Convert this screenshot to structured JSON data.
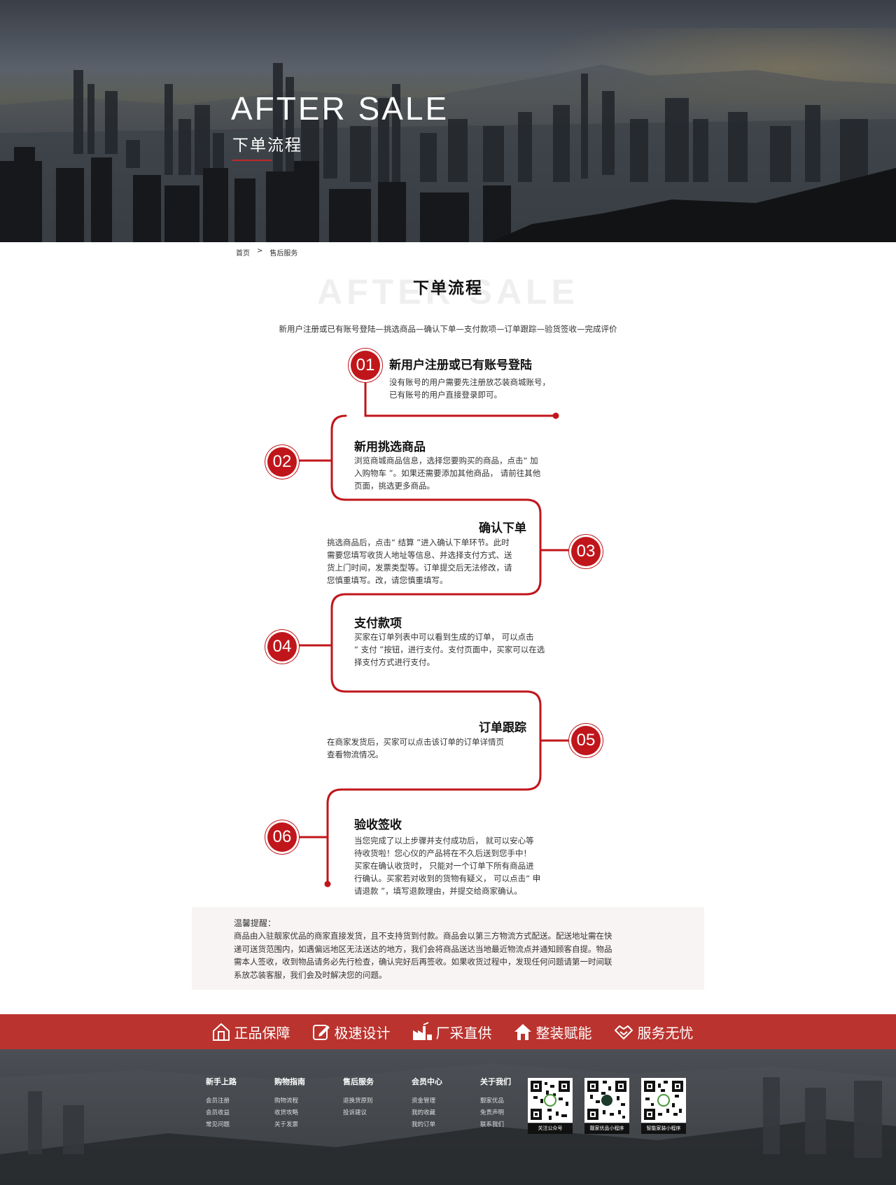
{
  "hero": {
    "title": "AFTER SALE",
    "subtitle": "下单流程"
  },
  "breadcrumb": {
    "home": "首页",
    "sep": ">",
    "current": "售后服务"
  },
  "section": {
    "bg_word": "AFTER SALE",
    "title": "下单流程",
    "flow": "新用户注册或已有账号登陆—挑选商品—确认下单—支付款项—订单跟踪—验货签收—完成评价"
  },
  "steps": [
    {
      "num": "01",
      "title": "新用户注册或已有账号登陆",
      "lines": [
        "没有账号的用户需要先注册放芯装商城账号，",
        "已有账号的用户直接登录即可。"
      ]
    },
    {
      "num": "02",
      "title": "新用挑选商品",
      "lines": [
        "浏览商城商品信息，选择您要购买的商品，点击“ 加",
        "入购物车 ”。如果还需要添加其他商品， 请前往其他",
        "页面，挑选更多商品。"
      ]
    },
    {
      "num": "03",
      "title": "确认下单",
      "lines": [
        "挑选商品后，点击“ 结算 ”进入确认下单环节。此时",
        "需要您填写收货人地址等信息、并选择支付方式、送",
        "货上门时间，发票类型等。订单提交后无法修改，请",
        "您慎重填写。改，请您慎重填写。"
      ]
    },
    {
      "num": "04",
      "title": "支付款项",
      "lines": [
        "买家在订单列表中可以看到生成的订单， 可以点击",
        "“ 支付 ”按钮，进行支付。支付页面中，买家可以在选",
        "择支付方式进行支付。"
      ]
    },
    {
      "num": "05",
      "title": "订单跟踪",
      "lines": [
        "在商家发货后，买家可以点击该订单的订单详情页",
        "查看物流情况。"
      ]
    },
    {
      "num": "06",
      "title": "验收签收",
      "lines": [
        "当您完成了以上步骤并支付成功后， 就可以安心等",
        "待收货啦！您心仪的产品将在不久后送到您手中！",
        "买家在确认收货时， 只能对一个订单下所有商品进",
        "行确认。买家若对收到的货物有疑义， 可以点击“ 申",
        "请退款 ”，填写退款理由，并提交给商家确认。"
      ]
    }
  ],
  "notice": {
    "title": "温馨提醒：",
    "lines": [
      "商品由入驻靓家优品的商家直接发货，且不支持货到付款。商品会以第三方物流方式配送。配送地址需在快",
      "递可送货范围内，如遇偏远地区无法送达的地方，我们会将商品送达当地最近物流点并通知顾客自提。物品",
      "需本人签收，收到物品请务必先行检查，确认完好后再签收。如果收货过程中，发现任何问题请第一时间联",
      "系放芯装客服，我们会及时解决您的问题。"
    ]
  },
  "features": [
    {
      "icon": "house-shield-icon",
      "label": "正品保障"
    },
    {
      "icon": "pencil-icon",
      "label": "极速设计"
    },
    {
      "icon": "factory-icon",
      "label": "厂采直供"
    },
    {
      "icon": "home-icon",
      "label": "整装赋能"
    },
    {
      "icon": "handshake-icon",
      "label": "服务无忧"
    }
  ],
  "footer": {
    "columns": [
      {
        "title": "新手上路",
        "links": [
          "会员注册",
          "会员收益",
          "常见问题"
        ]
      },
      {
        "title": "购物指南",
        "links": [
          "购物流程",
          "收货攻略",
          "关于发票"
        ]
      },
      {
        "title": "售后服务",
        "links": [
          "退换货原则",
          "投诉建议"
        ]
      },
      {
        "title": "会员中心",
        "links": [
          "资金管理",
          "我的收藏",
          "我的订单"
        ]
      },
      {
        "title": "关于我们",
        "links": [
          "靓家优品",
          "免责声明",
          "联系我们"
        ]
      }
    ],
    "qrcodes": [
      {
        "caption": "关注公众号"
      },
      {
        "caption": "靓家优品小程序"
      },
      {
        "caption": "智能家装小程序"
      }
    ]
  },
  "colors": {
    "accent": "#c0161b",
    "bar": "#bb332e"
  }
}
